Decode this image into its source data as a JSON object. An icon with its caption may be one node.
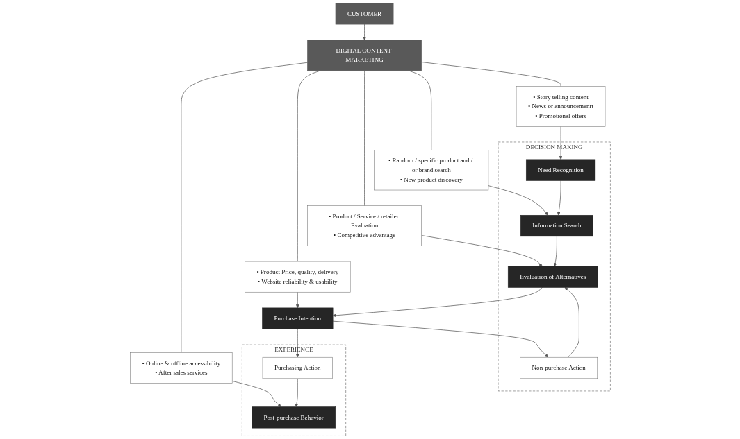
{
  "diagram": {
    "nodes": [
      {
        "text": [
          "CUSTOMER"
        ]
      },
      {
        "text": [
          "DIGITAL CONTENT MARKETING"
        ]
      },
      {
        "text": [
          "• Story telling content",
          "• News or announcemenrt",
          "• Promotional offers"
        ]
      },
      {
        "text": [
          "• Random / specific product and / or brand search",
          "• New product discovery"
        ]
      },
      {
        "text": [
          "• Product / Service / retailer Evaluation",
          "• Competitive advantage"
        ]
      },
      {
        "text": [
          "• Product Price, quality, delivery",
          "• Website reliability & usability"
        ]
      },
      {
        "text": [
          "• Online & offline accessibility",
          "• After sales services"
        ]
      },
      {
        "text": [
          "DECISION MAKING"
        ]
      },
      {
        "text": [
          "Need Recognition"
        ],
        "in": 7
      },
      {
        "text": [
          "Information Search"
        ],
        "in": 7
      },
      {
        "text": [
          "Evaluation of Alternatives"
        ],
        "in": 7
      },
      {
        "text": [
          "Purchase Intention"
        ]
      },
      {
        "text": [
          "EXPERIENCE"
        ]
      },
      {
        "text": [
          "Post-purchase Behavior"
        ],
        "in": 12
      },
      {
        "text": [
          "Non-purchase Action"
        ],
        "in": 7
      },
      {
        "text": [
          "Purchasing Action"
        ],
        "in": 12
      }
    ],
    "edges": [
      {
        "from": 0,
        "to": 1,
        "arrow": "to"
      },
      {
        "from": 1,
        "to": 2,
        "arrow": "none"
      },
      {
        "from": 1,
        "to": 3,
        "arrow": "none"
      },
      {
        "from": 1,
        "to": 4,
        "arrow": "none"
      },
      {
        "from": 1,
        "to": 5,
        "arrow": "none"
      },
      {
        "from": 1,
        "to": 6,
        "arrow": "none"
      },
      {
        "from": 2,
        "to": 8,
        "arrow": "to"
      },
      {
        "from": 3,
        "to": 9,
        "arrow": "to"
      },
      {
        "from": 4,
        "to": 10,
        "arrow": "to"
      },
      {
        "from": 5,
        "to": 11,
        "arrow": "to"
      },
      {
        "from": 6,
        "to": 13,
        "arrow": "to"
      },
      {
        "from": 8,
        "to": 9,
        "arrow": "to"
      },
      {
        "from": 9,
        "to": 10,
        "arrow": "to"
      },
      {
        "from": 10,
        "to": 11,
        "arrow": "to"
      },
      {
        "from": 11,
        "to": 14,
        "arrow": "to"
      },
      {
        "from": 11,
        "to": 15,
        "arrow": "to"
      },
      {
        "from": 14,
        "to": 10,
        "arrow": "to"
      },
      {
        "from": 15,
        "to": 13,
        "arrow": "to"
      }
    ]
  }
}
